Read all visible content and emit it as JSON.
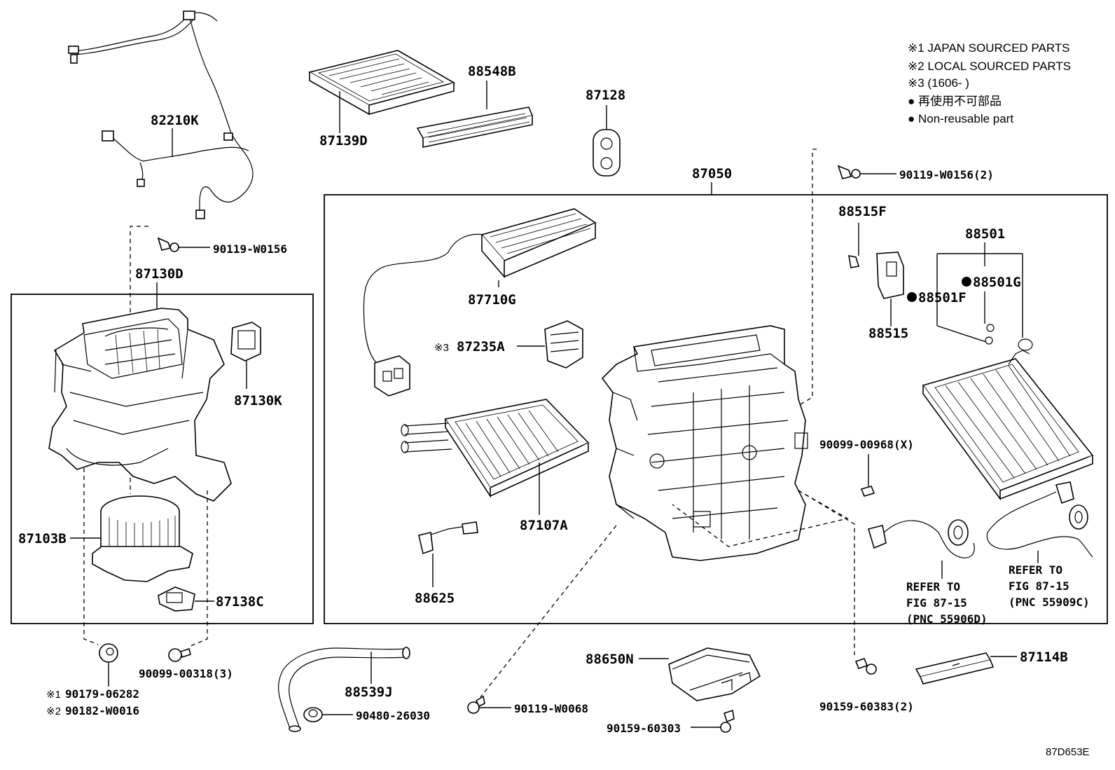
{
  "legend": {
    "line1": "※1 JAPAN SOURCED PARTS",
    "line2": "※2 LOCAL SOURCED PARTS",
    "line3": "※3 (1606-    )",
    "line4": "● 再使用不可部品",
    "line5": "● Non-reusable part"
  },
  "parts": {
    "p82210K": "82210K",
    "p88548B": "88548B",
    "p87139D": "87139D",
    "p87128": "87128",
    "p87050": "87050",
    "p90119_W0156_2": "90119-W0156(2)",
    "p90119_W0156": "90119-W0156",
    "p87130D": "87130D",
    "p87130K": "87130K",
    "p87103B": "87103B",
    "p87138C": "87138C",
    "p90099_00318": "90099-00318(3)",
    "p90179_06282": "90179-06282",
    "p90182_W0016": "90182-W0016",
    "p87710G": "87710G",
    "p87235A": "87235A",
    "p87107A": "87107A",
    "p88625": "88625",
    "p88515F": "88515F",
    "p88515": "88515",
    "p88501": "88501",
    "p88501G": "88501G",
    "p88501F": "88501F",
    "p90099_00968": "90099-00968(X)",
    "p88539J": "88539J",
    "p90480_26030": "90480-26030",
    "p90119_W0068": "90119-W0068",
    "p88650N": "88650N",
    "p90159_60303": "90159-60303",
    "p90159_60383": "90159-60383(2)",
    "p87114B": "87114B"
  },
  "marks": {
    "x1": "※1",
    "x2": "※2",
    "x3": "※3",
    "bullet": "●"
  },
  "refs": {
    "left_line1": "REFER TO",
    "left_line2": "FIG 87-15",
    "left_line3": "(PNC 55906D)",
    "right_line1": "REFER TO",
    "right_line2": "FIG 87-15",
    "right_line3": "(PNC 55909C)"
  },
  "figure_code": "87D653E"
}
